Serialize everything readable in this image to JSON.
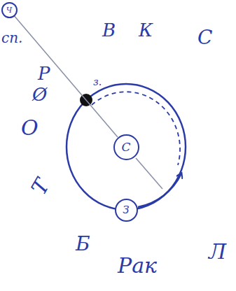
{
  "diagram": {
    "nodes": [
      {
        "text": [
          "Ч"
        ]
      },
      {
        "text": [
          "С"
        ]
      },
      {
        "text": [
          "З"
        ]
      }
    ],
    "edges": [
      {
        "from": 0,
        "to": 1,
        "arrow": "none"
      }
    ],
    "labels": [
      "сп.",
      "Р",
      "з.",
      "В",
      "К",
      "С",
      "Ø",
      "О",
      "Т",
      "Б",
      "Рак",
      "Л"
    ]
  }
}
